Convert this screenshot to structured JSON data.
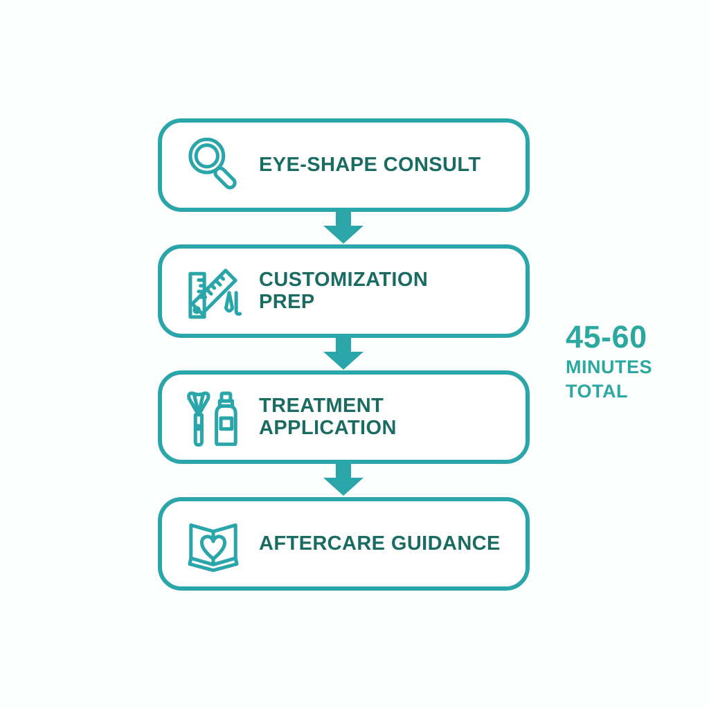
{
  "palette": {
    "teal": "#2AA5AA",
    "dark_text": "#1A6B62",
    "duration_text": "#2BA89F",
    "background": "#FDFEFE"
  },
  "flowchart": {
    "steps": [
      {
        "label": "EYE-SHAPE CONSULT",
        "icon": "magnifier-icon"
      },
      {
        "label": "CUSTOMIZATION\nPREP",
        "icon": "ruler-pencil-icon"
      },
      {
        "label": "TREATMENT\nAPPLICATION",
        "icon": "brush-bottle-icon"
      },
      {
        "label": "AFTERCARE GUIDANCE",
        "icon": "open-book-heart-icon"
      }
    ],
    "duration": {
      "value": "45-60",
      "unit_line1": "MINUTES",
      "unit_line2": "TOTAL"
    }
  }
}
